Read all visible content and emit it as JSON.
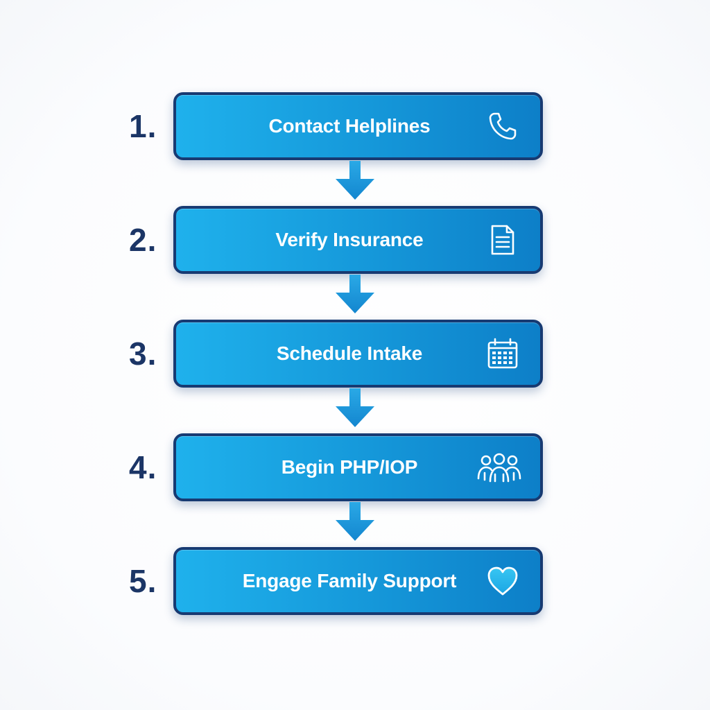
{
  "flow": {
    "steps": [
      {
        "number": "1.",
        "label": "Contact Helplines",
        "icon": "phone-icon"
      },
      {
        "number": "2.",
        "label": "Verify Insurance",
        "icon": "document-icon"
      },
      {
        "number": "3.",
        "label": "Schedule Intake",
        "icon": "calendar-icon"
      },
      {
        "number": "4.",
        "label": "Begin PHP/IOP",
        "icon": "group-icon"
      },
      {
        "number": "5.",
        "label": "Engage Family Support",
        "icon": "heart-icon"
      }
    ]
  },
  "colors": {
    "box_fill_light": "#1fb1ec",
    "box_fill_dark": "#0d7fc8",
    "box_border": "#173a72",
    "number_text": "#1b3566",
    "arrow": "#1a9ee0",
    "label_text": "#ffffff"
  }
}
